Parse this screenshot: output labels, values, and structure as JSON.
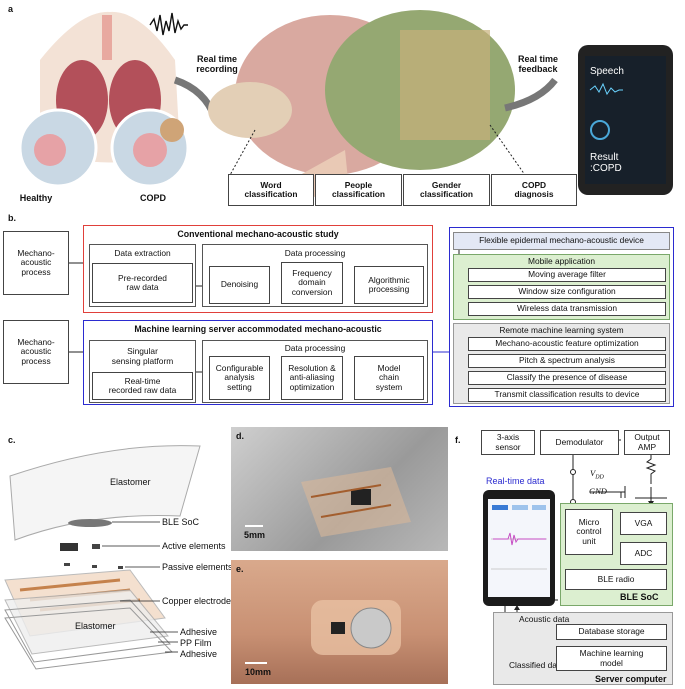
{
  "panel_a": {
    "letter": "a",
    "healthy": "Healthy",
    "copd": "COPD",
    "rt_recording": [
      "Real time",
      "recording"
    ],
    "rt_feedback": [
      "Real time",
      "feedback"
    ],
    "phone_speech": "Speech",
    "phone_result": [
      "Result",
      ":COPD"
    ],
    "class_boxes": [
      [
        "Word",
        "classification"
      ],
      [
        "People",
        "classification"
      ],
      [
        "Gender",
        "classification"
      ],
      [
        "COPD",
        "diagnosis"
      ]
    ]
  },
  "panel_b": {
    "letter": "b.",
    "process_top": [
      "Mechano-",
      "acoustic",
      "process"
    ],
    "process_bottom": [
      "Mechano-",
      "acoustic",
      "process"
    ],
    "conventional_title": "Conventional mechano-acoustic study",
    "data_extraction": "Data extraction",
    "prerecorded": [
      "Pre-recorded",
      "raw data"
    ],
    "data_processing_1": "Data processing",
    "denoising": "Denoising",
    "frequency": [
      "Frequency",
      "domain",
      "conversion"
    ],
    "algorithmic": [
      "Algorithmic",
      "processing"
    ],
    "ml_title": "Machine learning server accommodated mechano-acoustic",
    "singular": [
      "Singular",
      "sensing platform"
    ],
    "realtime_raw": [
      "Real-time",
      "recorded raw data"
    ],
    "data_processing_2": "Data processing",
    "configurable": [
      "Configurable",
      "analysis",
      "setting"
    ],
    "resolution": [
      "Resolution &",
      "anti-aliasing",
      "optimization"
    ],
    "model_chain": [
      "Model",
      "chain",
      "system"
    ],
    "device_title": "Flexible epidermal mechano-acoustic device",
    "mobile_title": "Mobile application",
    "mobile_items": [
      "Moving average filter",
      "Window size configuration",
      "Wireless data transmission"
    ],
    "remote_title": "Remote machine learning system",
    "remote_items": [
      "Mechano-acoustic feature optimization",
      "Pitch & spectrum analysis",
      "Classify the presence of disease",
      "Transmit classification results to device"
    ]
  },
  "panel_c": {
    "letter": "c.",
    "layers": [
      "Elastomer",
      "BLE  SoC",
      "Active elements",
      "Passive elements",
      "Copper electrode",
      "Elastomer",
      "Adhesive",
      "PP Film",
      "Adhesive"
    ]
  },
  "panel_d": {
    "letter": "d.",
    "scale": "5mm"
  },
  "panel_e": {
    "letter": "e.",
    "scale": "10mm"
  },
  "panel_f": {
    "letter": "f.",
    "sensor": [
      "3-axis",
      "sensor"
    ],
    "demodulator": "Demodulator",
    "output_amp": [
      "Output",
      "AMP"
    ],
    "vdd": "V",
    "vdd_sub": "DD",
    "gnd": "GND",
    "realtime": "Real-time data",
    "micro": [
      "Micro",
      "control",
      "unit"
    ],
    "vga": "VGA",
    "adc": "ADC",
    "ble_radio": "BLE radio",
    "ble_soc": "BLE SoC",
    "acoustic": "Acoustic data",
    "db_storage": "Database storage",
    "classified": "Classified data",
    "ml_model": [
      "Machine learning",
      "model"
    ],
    "server": "Server computer"
  },
  "colors": {
    "red": "#e0403a",
    "blue": "#2b2bd0",
    "green_bg": "#dcefd0",
    "grey_bg": "#e9e9e9",
    "device_bg": "#e3e8f5"
  }
}
